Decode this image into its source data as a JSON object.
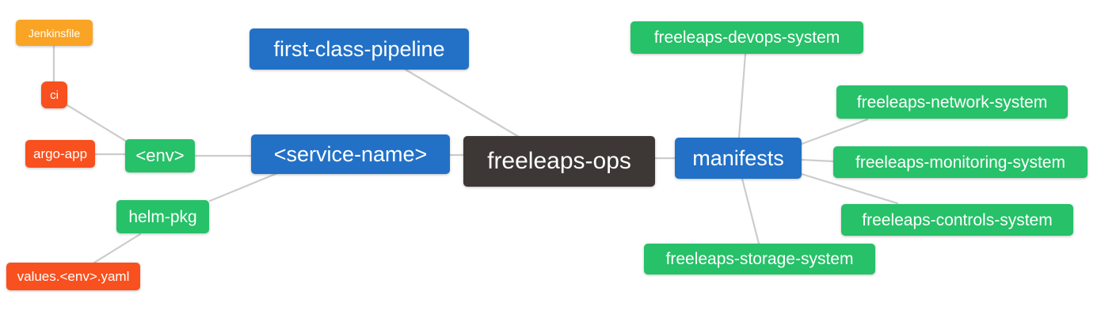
{
  "palette": {
    "root_dark": "#3d3835",
    "branch_blue": "#2271c7",
    "leaf_green": "#26c168",
    "leaf_red": "#f8501e",
    "leaf_orange": "#f9a425",
    "edge_gray": "#cccccc",
    "text_white": "#ffffff"
  },
  "diagram": {
    "type": "mindmap",
    "root": "freeleaps-ops",
    "nodes": {
      "freeleaps_ops": {
        "label": "freeleaps-ops"
      },
      "first_class_pipeline": {
        "label": "first-class-pipeline"
      },
      "service_name": {
        "label": "<service-name>"
      },
      "manifests": {
        "label": "manifests"
      },
      "env": {
        "label": "<env>"
      },
      "helm_pkg": {
        "label": "helm-pkg"
      },
      "argo_app": {
        "label": "argo-app"
      },
      "ci": {
        "label": "ci"
      },
      "jenkinsfile": {
        "label": "Jenkinsfile"
      },
      "values_env_yaml": {
        "label": "values.<env>.yaml"
      },
      "devops_system": {
        "label": "freeleaps-devops-system"
      },
      "network_system": {
        "label": "freeleaps-network-system"
      },
      "monitoring_system": {
        "label": "freeleaps-monitoring-system"
      },
      "controls_system": {
        "label": "freeleaps-controls-system"
      },
      "storage_system": {
        "label": "freeleaps-storage-system"
      }
    },
    "edges": [
      [
        "jenkinsfile",
        "ci"
      ],
      [
        "ci",
        "env"
      ],
      [
        "argo_app",
        "env"
      ],
      [
        "env",
        "service_name"
      ],
      [
        "helm_pkg",
        "service_name"
      ],
      [
        "values_env_yaml",
        "helm_pkg"
      ],
      [
        "first_class_pipeline",
        "freeleaps_ops"
      ],
      [
        "service_name",
        "freeleaps_ops"
      ],
      [
        "freeleaps_ops",
        "manifests"
      ],
      [
        "manifests",
        "devops_system"
      ],
      [
        "manifests",
        "network_system"
      ],
      [
        "manifests",
        "monitoring_system"
      ],
      [
        "manifests",
        "controls_system"
      ],
      [
        "manifests",
        "storage_system"
      ]
    ]
  }
}
